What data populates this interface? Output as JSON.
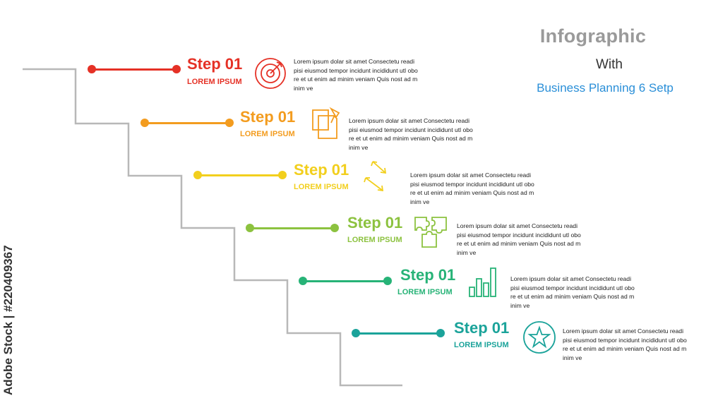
{
  "title": {
    "line1": "Infographic",
    "line2": "With",
    "line3": "Business Planning 6 Setp"
  },
  "watermark": "Adobe Stock | #220409367",
  "steps": [
    {
      "title": "Step 01",
      "subtitle": "LOREM IPSUM",
      "color": "#e53126",
      "icon": "target-icon",
      "desc": "Lorem ipsum dolar sit amet Consectetu readi pisi eiusmod tempor incidunt incididunt utl obo re et ut enim ad minim veniam Quis nost ad m inim ve"
    },
    {
      "title": "Step 01",
      "subtitle": "LOREM IPSUM",
      "color": "#f39c1f",
      "icon": "documents-icon",
      "desc": "Lorem ipsum dolar sit amet Consectetu readi pisi eiusmod tempor incidunt incididunt utl obo re et ut enim ad minim veniam Quis nost ad m inim ve"
    },
    {
      "title": "Step 01",
      "subtitle": "LOREM IPSUM",
      "color": "#f2cf1d",
      "icon": "arrows-icon",
      "desc": "Lorem ipsum dolar sit amet Consectetu readi pisi eiusmod tempor incidunt incididunt utl obo re et ut enim ad minim veniam Quis nost ad m inim ve"
    },
    {
      "title": "Step 01",
      "subtitle": "LOREM IPSUM",
      "color": "#8cc23f",
      "icon": "puzzle-icon",
      "desc": "Lorem ipsum dolar sit amet Consectetu readi pisi eiusmod tempor incidunt incididunt utl obo re et ut enim ad minim veniam Quis nost ad m inim ve"
    },
    {
      "title": "Step 01",
      "subtitle": "LOREM IPSUM",
      "color": "#27b377",
      "icon": "bar-chart-icon",
      "desc": "Lorem ipsum dolar sit amet Consectetu readi pisi eiusmod tempor incidunt incididunt utl obo re et ut enim ad minim veniam Quis nost ad m inim ve"
    },
    {
      "title": "Step 01",
      "subtitle": "LOREM IPSUM",
      "color": "#1ba39a",
      "icon": "star-icon",
      "desc": "Lorem ipsum dolar sit amet Consectetu readi pisi eiusmod tempor incidunt incididunt utl obo re et ut enim ad minim veniam Quis nost ad m inim ve"
    }
  ]
}
